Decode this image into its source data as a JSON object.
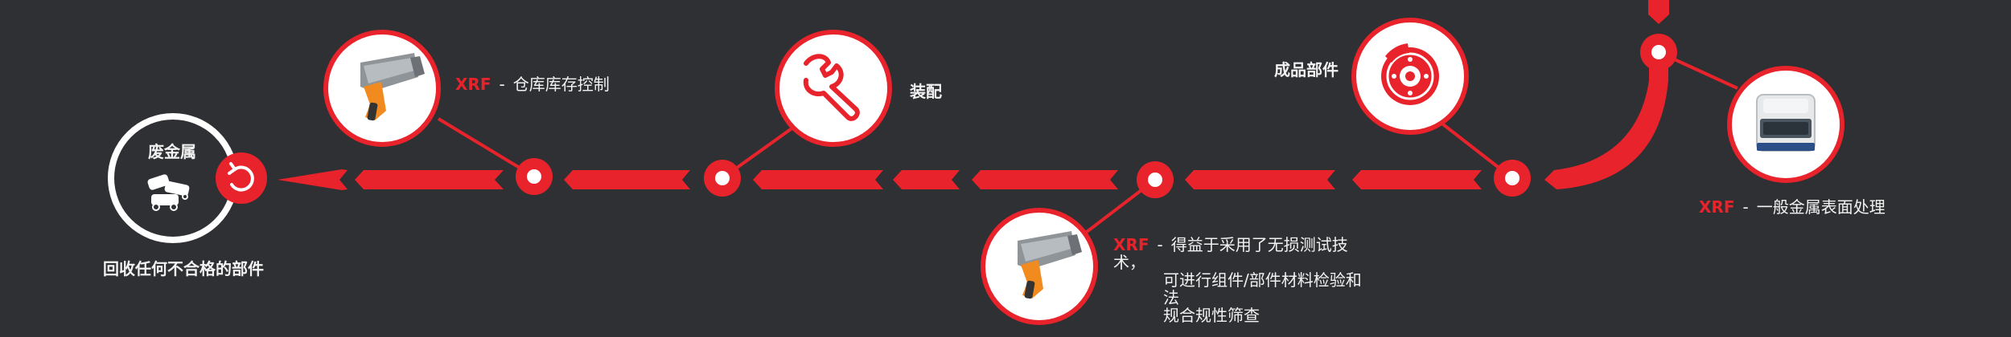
{
  "accent_color": "#e8232b",
  "background_color": "#2f3033",
  "start": {
    "title": "废金属",
    "caption": "回收任何不合格的部件",
    "icons": [
      "scrap-cars-icon",
      "recycle-icon"
    ]
  },
  "steps": [
    {
      "id": "inventory",
      "prefix": "XRF",
      "separator": "-",
      "text": "仓库库存控制",
      "icon": "xrf-analyzer-icon"
    },
    {
      "id": "assembly",
      "text": "装配",
      "icon": "wrench-icon"
    },
    {
      "id": "testing",
      "prefix": "XRF",
      "separator": "-",
      "lines": [
        "得益于采用了无损测试技术，",
        "可进行组件/部件材料检验和法",
        "规合规性筛查"
      ],
      "icon": "xrf-analyzer-icon"
    },
    {
      "id": "finished",
      "text": "成品部件",
      "icon": "brake-disc-icon"
    },
    {
      "id": "surface",
      "prefix": "XRF",
      "separator": "-",
      "text": "一般金属表面处理",
      "icon": "benchtop-xrf-icon"
    }
  ]
}
